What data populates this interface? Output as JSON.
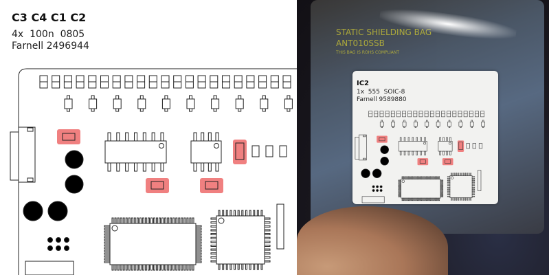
{
  "left_panel": {
    "title": "C3 C4 C1 C2",
    "line1": "4x  100n  0805",
    "line2": "Farnell 2496944",
    "highlight_color": "#f08080"
  },
  "right_panel": {
    "bag": {
      "line1": "STATIC SHIELDING BAG",
      "line2": "ANT010SSB",
      "line3": "THIS BAG IS ROHS COMPLIANT"
    },
    "label": {
      "title": "IC2",
      "line1": "1x  555  SOIC-8",
      "line2": "Farnell 9589880"
    }
  }
}
